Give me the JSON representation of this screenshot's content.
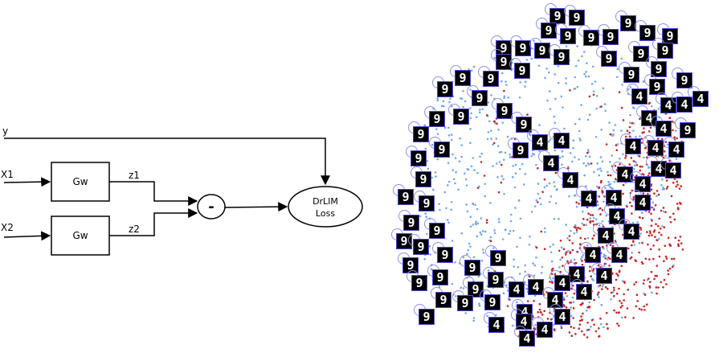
{
  "diagram": {
    "inputs": {
      "y": "y",
      "x1": "X1",
      "x2": "X2"
    },
    "blocks": {
      "gw_top": "Gw",
      "gw_bottom": "Gw"
    },
    "edges": {
      "z1": "z1",
      "z2": "z2"
    },
    "subtract_symbol": "-",
    "loss": {
      "line1": "DrLIM",
      "line2": "Loss"
    }
  },
  "embedding": {
    "classes": [
      {
        "digit": "9",
        "point_color": "#6fa8ef"
      },
      {
        "digit": "4",
        "point_color": "#cc2222"
      }
    ],
    "thumbnail_style": {
      "background": "#000000",
      "border": "#4a4ad8",
      "anchor_circle": "#8f8fe8"
    }
  }
}
